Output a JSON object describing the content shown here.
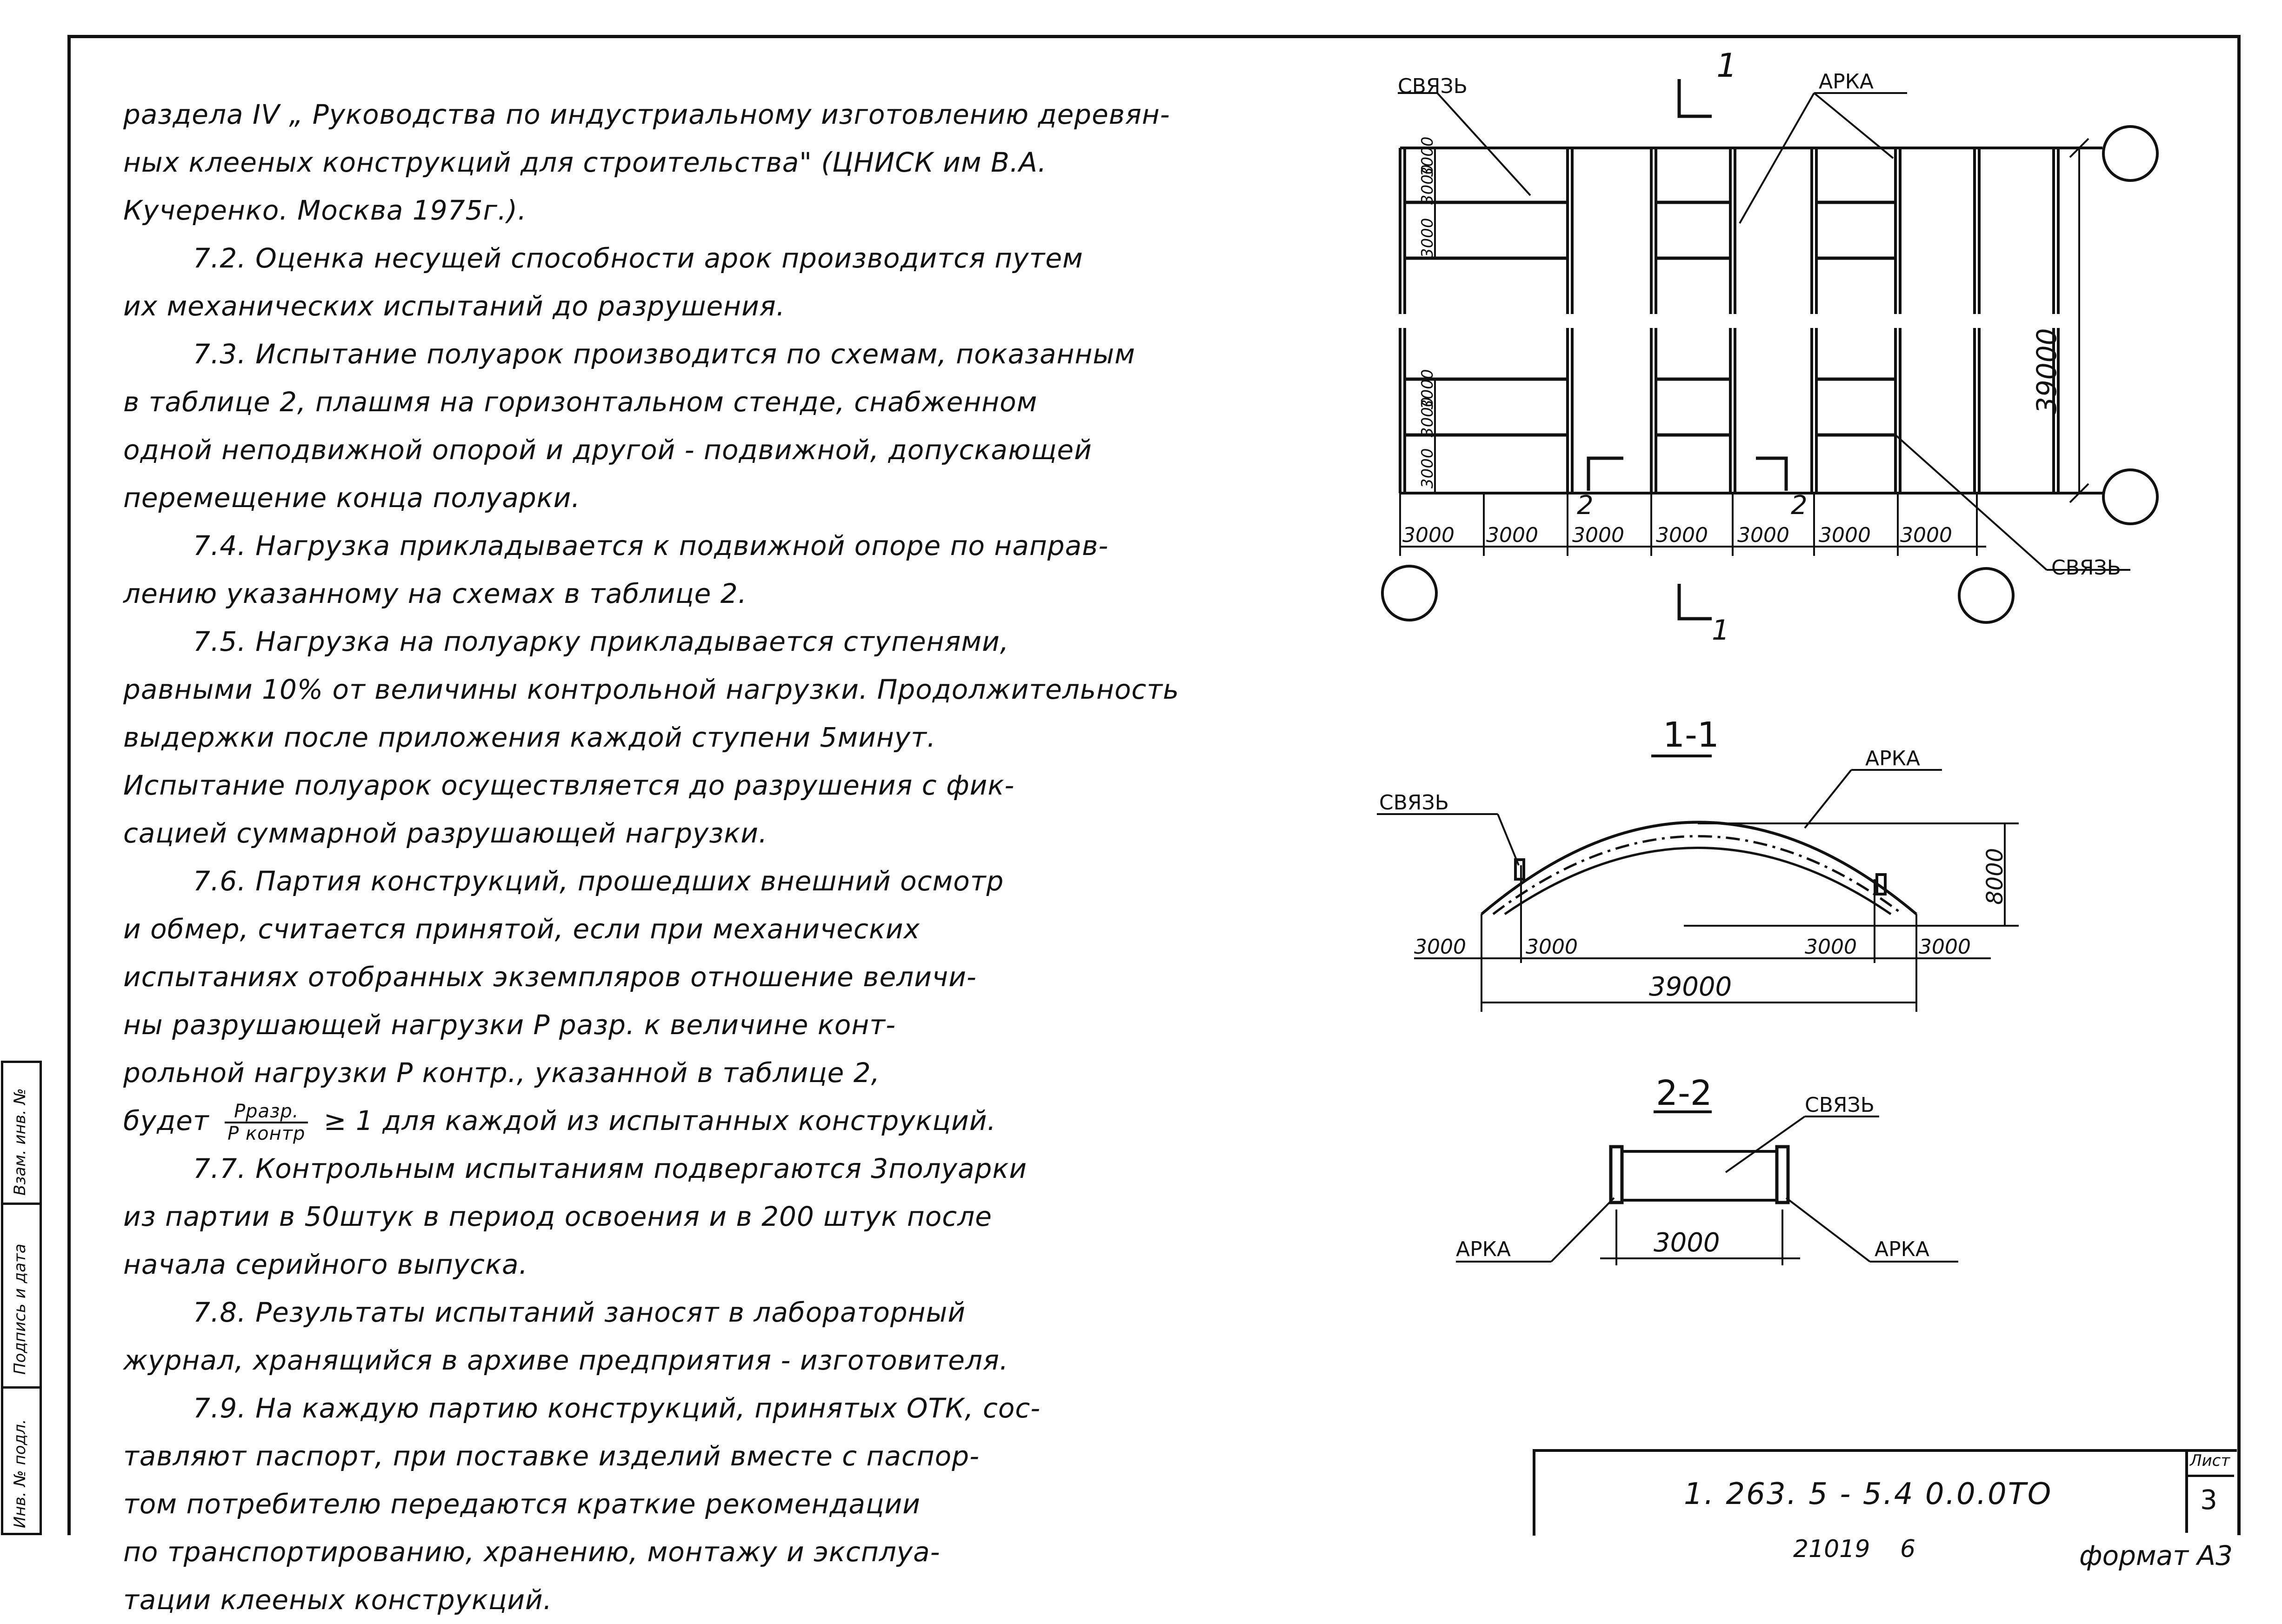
{
  "text": {
    "lines": [
      "раздела IV „ Руководства по индустриальному изготовлению деревян-",
      "ных клееных конструкций для строительства\" (ЦНИСК им В.А.",
      "Кучеренко. Москва 1975г.).",
      "7.2. Оценка несущей способности арок производится путем",
      "их механических испытаний до разрушения.",
      "7.3. Испытание полуарок производится по схемам, показанным",
      "в таблице 2, плашмя на горизонтальном стенде, снабженном",
      "одной неподвижной опорой и другой - подвижной, допускающей",
      "перемещение конца полуарки.",
      "7.4. Нагрузка прикладывается к подвижной опоре по направ-",
      "лению указанному на схемах в таблице 2.",
      "7.5. Нагрузка на полуарку прикладывается ступенями,",
      "равными 10% от величины контрольной нагрузки. Продолжительность",
      "выдержки после приложения каждой ступени 5минут.",
      "Испытание полуарок осуществляется до разрушения с фик-",
      "сацией суммарной разрушающей нагрузки.",
      "7.6. Партия конструкций, прошедших внешний осмотр",
      "и обмер, считается принятой, если при механических",
      "испытаниях отобранных экземпляров отношение величи-",
      "ны разрушающей нагрузки Р разр. к величине конт-",
      "рольной нагрузки Р контр., указанной в таблице 2,"
    ],
    "formula_prefix": "будет",
    "formula_num": "Рразр.",
    "formula_den": "Р контр",
    "formula_suffix": "≥ 1 для каждой из испытанных конструкций.",
    "lines2": [
      "7.7. Контрольным испытаниям подвергаются 3полуарки",
      "из партии в 50штук в период освоения и в 200 штук после",
      "начала серийного выпуска.",
      "7.8. Результаты испытаний заносят в лабораторный",
      "журнал, хранящийся в архиве предприятия - изготовителя.",
      "7.9. На каждую партию конструкций, принятых ОТК, сос-",
      "тавляют паспорт, при поставке изделий вместе с паспор-",
      "том потребителю передаются краткие рекомендации",
      "по транспортированию, хранению, монтажу и эксплуа-",
      "тации клееных конструкций."
    ]
  },
  "side": {
    "vzam": "Взам. инв. №",
    "podpis": "Подпись и дата",
    "inv": "Инв. № подл."
  },
  "plan": {
    "svyaz_top": "СВЯЗЬ",
    "arka_top": "АРКА",
    "svyaz_right": "СВЯЗЬ",
    "section_top": "1",
    "section_bottom": "1",
    "mark2a": "2",
    "mark2b": "2",
    "dim_height": "39000",
    "dims_bottom": [
      "3000",
      "3000",
      "3000",
      "3000",
      "3000",
      "3000",
      "3000"
    ],
    "dims_left_top": [
      "3000",
      "3000",
      "3000"
    ],
    "dims_left_bottom": [
      "3000",
      "3000",
      "3000"
    ]
  },
  "sec11": {
    "title": "1-1",
    "svyaz": "СВЯЗЬ",
    "arka": "АРКА",
    "height": "8000",
    "dim_l1": "3000",
    "dim_l2": "3000",
    "dim_r1": "3000",
    "dim_r2": "3000",
    "span": "39000"
  },
  "sec22": {
    "title": "2-2",
    "svyaz": "СВЯЗЬ",
    "arka_left": "АРКА",
    "arka_right": "АРКА",
    "dim": "3000"
  },
  "stamp": {
    "code": "1. 263. 5 - 5.4   0.0.0ТО",
    "list_label": "Лист",
    "list_num": "3",
    "below_code": "21019",
    "below_num": "6",
    "format": "формат А3"
  }
}
